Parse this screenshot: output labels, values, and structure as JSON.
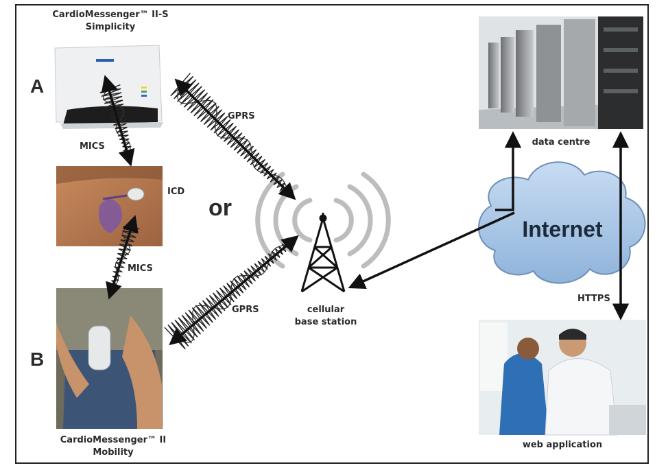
{
  "diagram": {
    "device_a": {
      "letter": "A",
      "name_line1": "CardioMessenger™ II-S",
      "name_line2": "Simplicity"
    },
    "device_b": {
      "letter": "B",
      "name_line1": "CardioMessenger™ II",
      "name_line2": "Mobility"
    },
    "link_mics_a": "MICS",
    "link_mics_b": "MICS",
    "implant": "ICD",
    "or_word": "or",
    "link_gprs_a": "GPRS",
    "link_gprs_b": "GPRS",
    "base_station": {
      "line1": "cellular",
      "line2": "base station"
    },
    "internet": "Internet",
    "data_centre": "data centre",
    "link_https": "HTTPS",
    "web_application": "web application"
  }
}
